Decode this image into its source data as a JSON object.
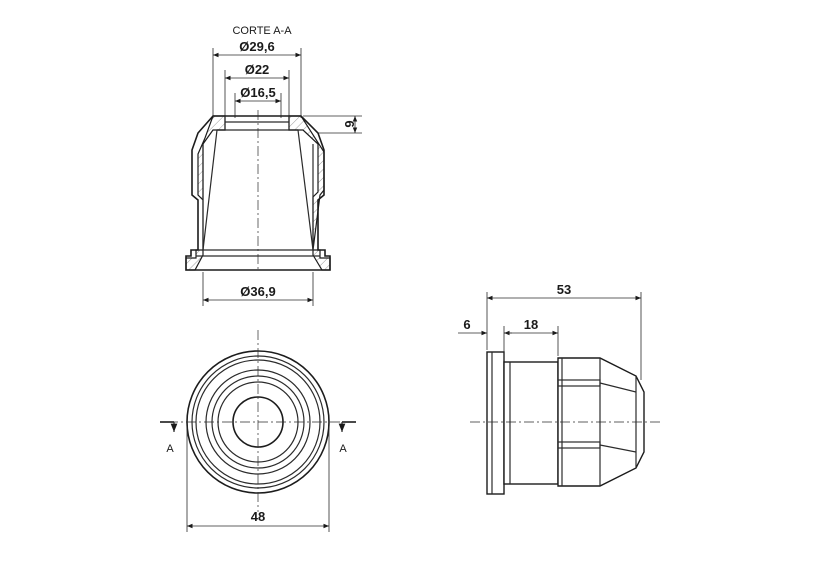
{
  "section_view": {
    "title": "CORTE A-A",
    "dim_top_outer": "Ø29,6",
    "dim_top_mid": "Ø22",
    "dim_top_inner": "Ø16,5",
    "dim_height_step": "6",
    "dim_base": "Ø36,9"
  },
  "front_view": {
    "dim_width": "48",
    "section_mark_left": "A",
    "section_mark_right": "A"
  },
  "side_view": {
    "dim_total": "53",
    "dim_flange": "6",
    "dim_neck": "18"
  }
}
